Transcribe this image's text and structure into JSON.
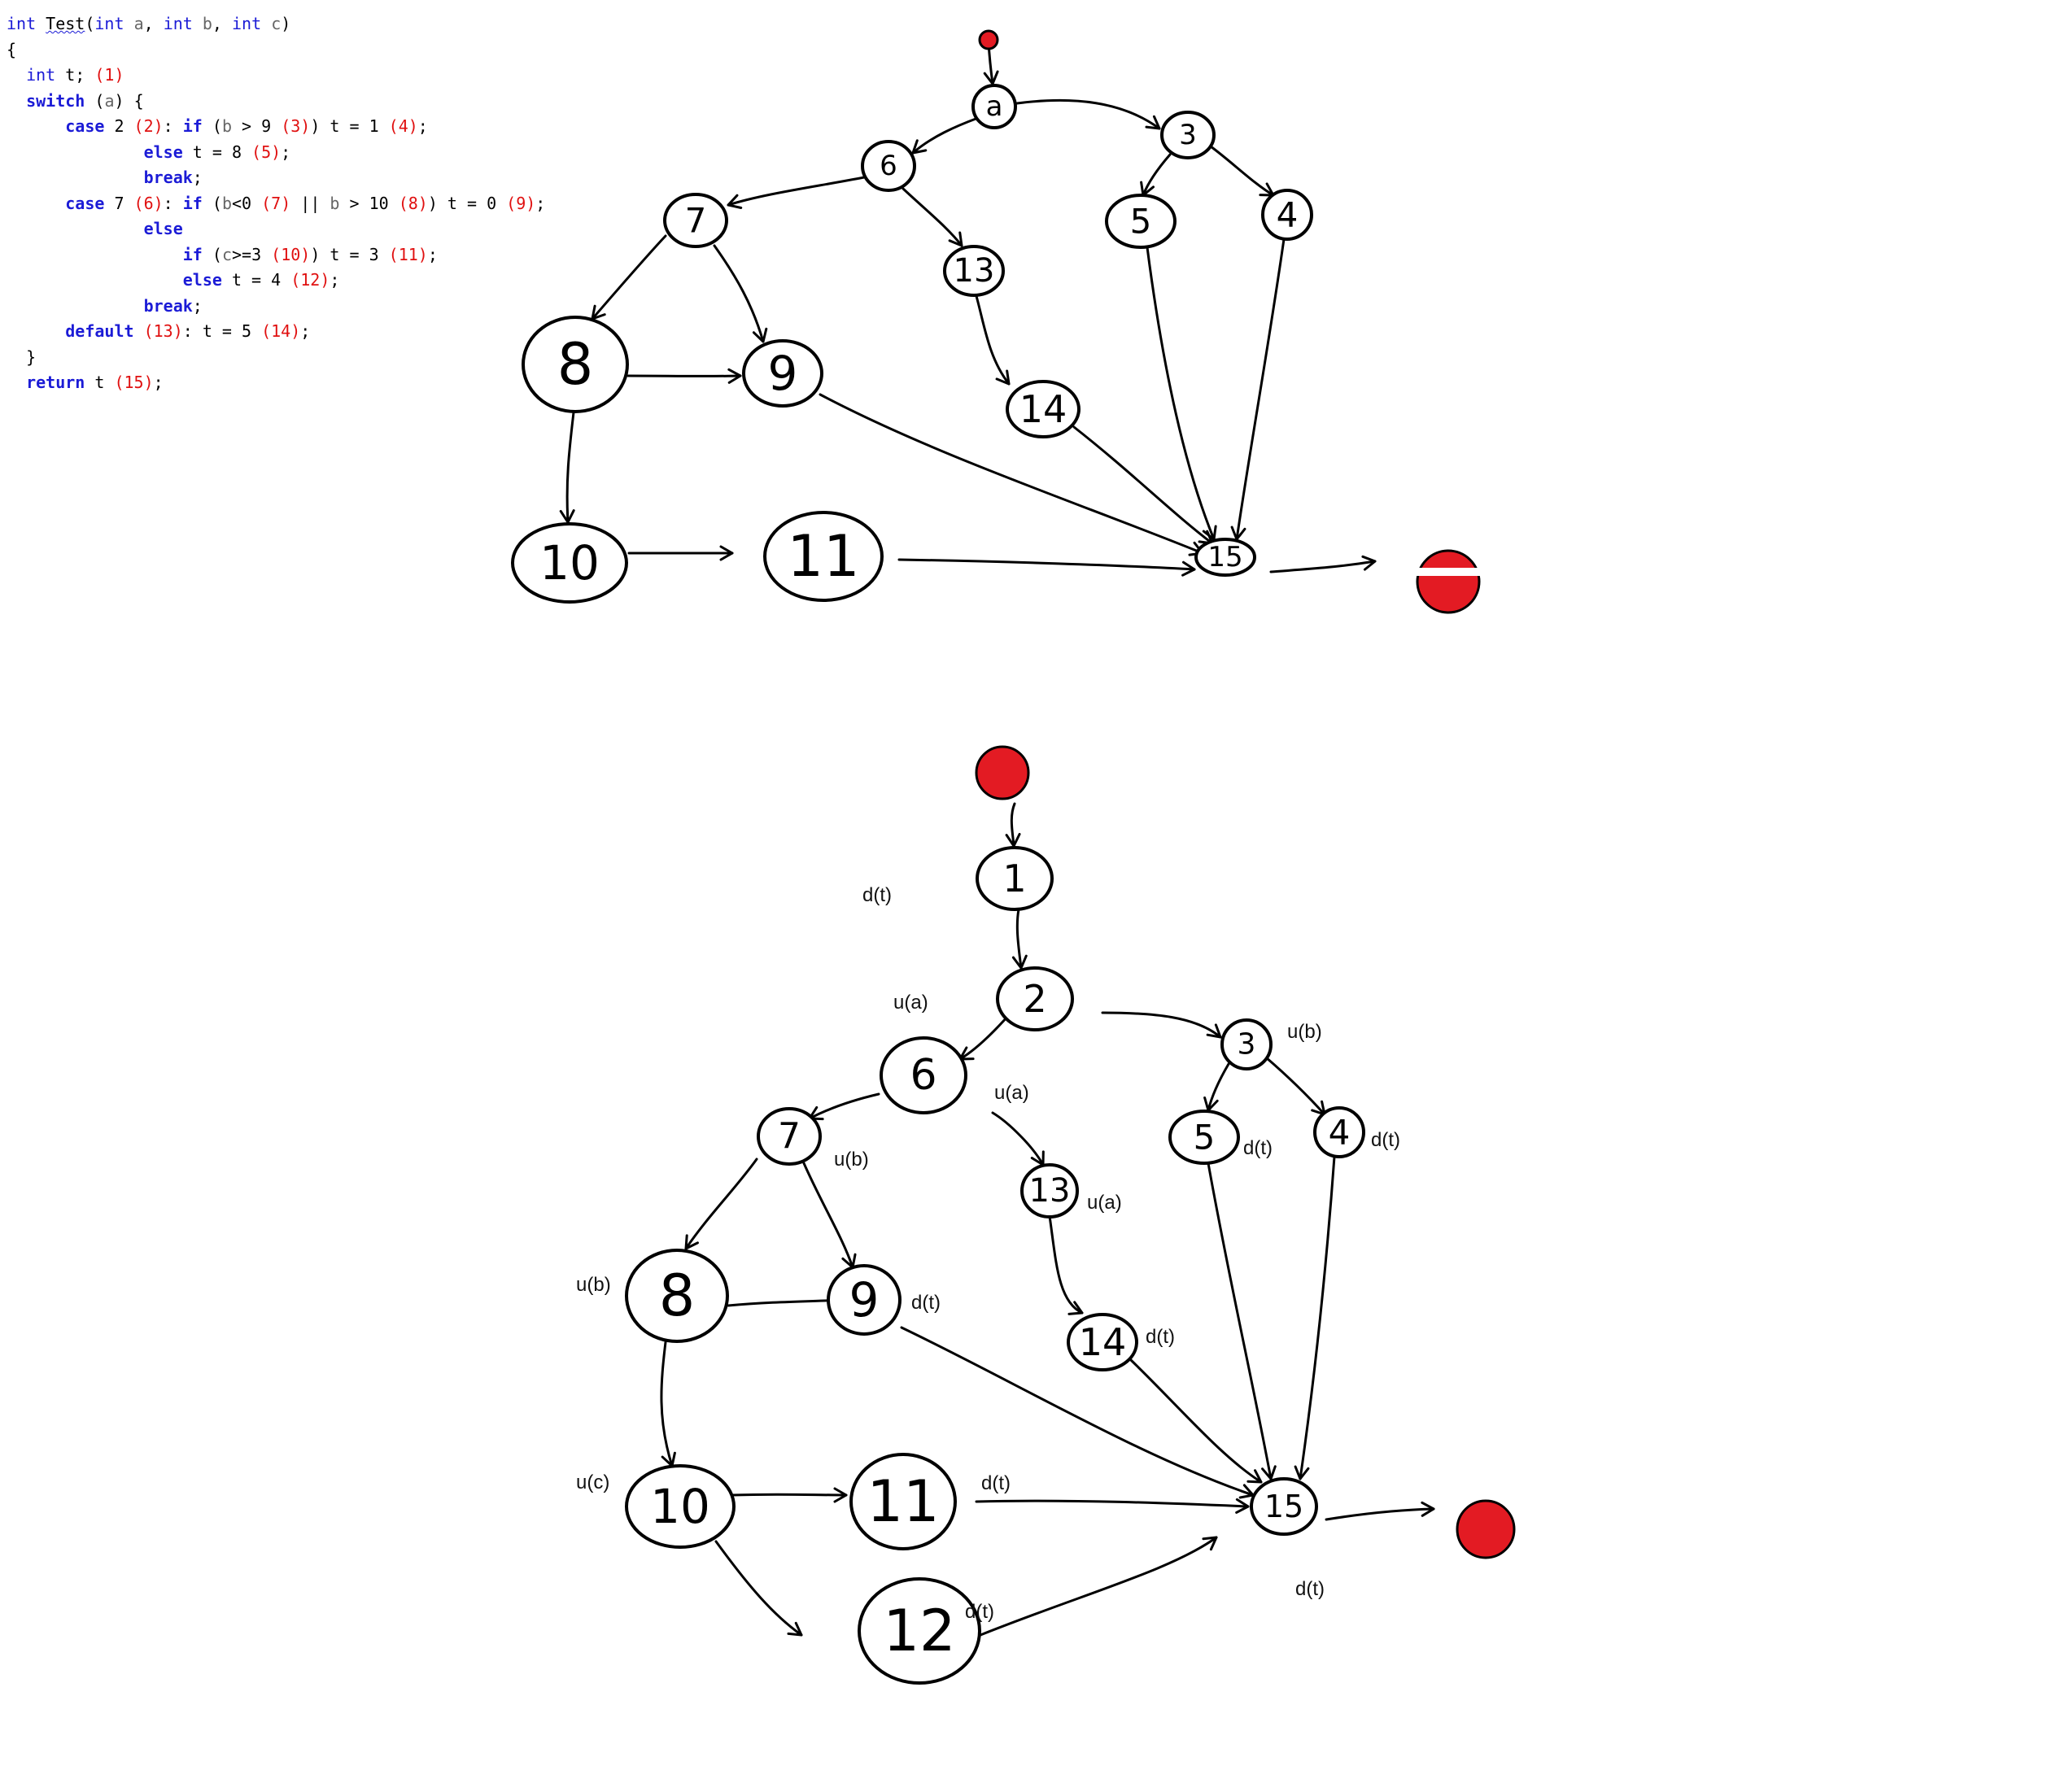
{
  "code": {
    "lines": [
      [
        {
          "t": "int",
          "c": "kwn"
        },
        {
          "t": " "
        },
        {
          "t": "Test",
          "c": "squig"
        },
        {
          "t": "("
        },
        {
          "t": "int",
          "c": "kwn"
        },
        {
          "t": " "
        },
        {
          "t": "a",
          "c": "par"
        },
        {
          "t": ", "
        },
        {
          "t": "int",
          "c": "kwn"
        },
        {
          "t": " "
        },
        {
          "t": "b",
          "c": "par"
        },
        {
          "t": ", "
        },
        {
          "t": "int",
          "c": "kwn"
        },
        {
          "t": " "
        },
        {
          "t": "c",
          "c": "par"
        },
        {
          "t": ")"
        }
      ],
      [
        {
          "t": "{"
        }
      ],
      [
        {
          "t": "  "
        },
        {
          "t": "int",
          "c": "kwn"
        },
        {
          "t": " t; "
        },
        {
          "t": "(1)",
          "c": "num"
        }
      ],
      [
        {
          "t": "  "
        },
        {
          "t": "switch",
          "c": "kw"
        },
        {
          "t": " ("
        },
        {
          "t": "a",
          "c": "par"
        },
        {
          "t": ") {"
        }
      ],
      [
        {
          "t": "      "
        },
        {
          "t": "case",
          "c": "kw"
        },
        {
          "t": " 2 "
        },
        {
          "t": "(2)",
          "c": "num"
        },
        {
          "t": ": "
        },
        {
          "t": "if",
          "c": "kw"
        },
        {
          "t": " ("
        },
        {
          "t": "b",
          "c": "par"
        },
        {
          "t": " > 9 "
        },
        {
          "t": "(3)",
          "c": "num"
        },
        {
          "t": ") t = 1 "
        },
        {
          "t": "(4)",
          "c": "num"
        },
        {
          "t": ";"
        }
      ],
      [
        {
          "t": "              "
        },
        {
          "t": "else",
          "c": "kw"
        },
        {
          "t": " t = 8 "
        },
        {
          "t": "(5)",
          "c": "num"
        },
        {
          "t": ";"
        }
      ],
      [
        {
          "t": "              "
        },
        {
          "t": "break",
          "c": "kw"
        },
        {
          "t": ";"
        }
      ],
      [
        {
          "t": "      "
        },
        {
          "t": "case",
          "c": "kw"
        },
        {
          "t": " 7 "
        },
        {
          "t": "(6)",
          "c": "num"
        },
        {
          "t": ": "
        },
        {
          "t": "if",
          "c": "kw"
        },
        {
          "t": " ("
        },
        {
          "t": "b",
          "c": "par"
        },
        {
          "t": "<0 "
        },
        {
          "t": "(7)",
          "c": "num"
        },
        {
          "t": " || "
        },
        {
          "t": "b",
          "c": "par"
        },
        {
          "t": " > 10 "
        },
        {
          "t": "(8)",
          "c": "num"
        },
        {
          "t": ") t = 0 "
        },
        {
          "t": "(9)",
          "c": "num"
        },
        {
          "t": ";"
        }
      ],
      [
        {
          "t": "              "
        },
        {
          "t": "else",
          "c": "kw"
        }
      ],
      [
        {
          "t": "                  "
        },
        {
          "t": "if",
          "c": "kw"
        },
        {
          "t": " ("
        },
        {
          "t": "c",
          "c": "par"
        },
        {
          "t": ">=3 "
        },
        {
          "t": "(10)",
          "c": "num"
        },
        {
          "t": ") t = 3 "
        },
        {
          "t": "(11)",
          "c": "num"
        },
        {
          "t": ";"
        }
      ],
      [
        {
          "t": "                  "
        },
        {
          "t": "else",
          "c": "kw"
        },
        {
          "t": " t = 4 "
        },
        {
          "t": "(12)",
          "c": "num"
        },
        {
          "t": ";"
        }
      ],
      [
        {
          "t": "              "
        },
        {
          "t": "break",
          "c": "kw"
        },
        {
          "t": ";"
        }
      ],
      [
        {
          "t": "      "
        },
        {
          "t": "default",
          "c": "kw"
        },
        {
          "t": " "
        },
        {
          "t": "(13)",
          "c": "num"
        },
        {
          "t": ": t = 5 "
        },
        {
          "t": "(14)",
          "c": "num"
        },
        {
          "t": ";"
        }
      ],
      [
        {
          "t": "  }"
        }
      ],
      [
        {
          "t": "  "
        },
        {
          "t": "return",
          "c": "kw"
        },
        {
          "t": " t "
        },
        {
          "t": "(15)",
          "c": "num"
        },
        {
          "t": ";"
        }
      ]
    ]
  },
  "colors": {
    "terminal": "#e31b23",
    "keyword": "#1b1bd6",
    "line_number": "#e01010"
  },
  "graph_top": {
    "nodes": [
      {
        "id": "2",
        "label": "a"
      },
      {
        "id": "3",
        "label": "3"
      },
      {
        "id": "6",
        "label": "6"
      },
      {
        "id": "7",
        "label": "7"
      },
      {
        "id": "13",
        "label": "13"
      },
      {
        "id": "5",
        "label": "5"
      },
      {
        "id": "4",
        "label": "4"
      },
      {
        "id": "8",
        "label": "8"
      },
      {
        "id": "9",
        "label": "9"
      },
      {
        "id": "14",
        "label": "14"
      },
      {
        "id": "10",
        "label": "10"
      },
      {
        "id": "11",
        "label": "11"
      },
      {
        "id": "15",
        "label": "15"
      }
    ]
  },
  "graph_bottom": {
    "nodes": [
      {
        "id": "1",
        "label": "1"
      },
      {
        "id": "2",
        "label": "2"
      },
      {
        "id": "3",
        "label": "3"
      },
      {
        "id": "6",
        "label": "6"
      },
      {
        "id": "7",
        "label": "7"
      },
      {
        "id": "13",
        "label": "13"
      },
      {
        "id": "5",
        "label": "5"
      },
      {
        "id": "4",
        "label": "4"
      },
      {
        "id": "8",
        "label": "8"
      },
      {
        "id": "9",
        "label": "9"
      },
      {
        "id": "14",
        "label": "14"
      },
      {
        "id": "10",
        "label": "10"
      },
      {
        "id": "11",
        "label": "11"
      },
      {
        "id": "12",
        "label": "12"
      },
      {
        "id": "15",
        "label": "15"
      }
    ],
    "annotations": [
      {
        "node": "1",
        "text": "d(t)"
      },
      {
        "node": "2",
        "text": "u(a)"
      },
      {
        "node": "3",
        "text": "u(b)"
      },
      {
        "node": "6",
        "text": "u(a)"
      },
      {
        "node": "7",
        "text": "u(b)"
      },
      {
        "node": "13",
        "text": "u(a)"
      },
      {
        "node": "5",
        "text": "d(t)"
      },
      {
        "node": "4",
        "text": "d(t)"
      },
      {
        "node": "8",
        "text": "u(b)"
      },
      {
        "node": "9",
        "text": "d(t)"
      },
      {
        "node": "14",
        "text": "d(t)"
      },
      {
        "node": "10",
        "text": "u(c)"
      },
      {
        "node": "11",
        "text": "d(t)"
      },
      {
        "node": "12",
        "text": "d(t)"
      },
      {
        "node": "15",
        "text": "d(t)"
      }
    ]
  }
}
